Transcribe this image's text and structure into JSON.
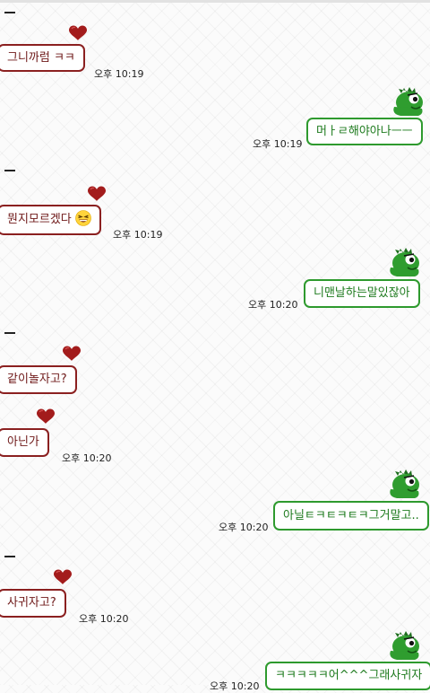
{
  "chat": {
    "messages": [
      {
        "sender": "other",
        "text": "그니까럼 ㅋㅋ",
        "time": "오후 10:19"
      },
      {
        "sender": "me",
        "text": "머ㅏㄹ해야아나ㅡㅡ",
        "time": "오후 10:19"
      },
      {
        "sender": "other",
        "text": "뭔지모르겠다",
        "emoji": "grinning-squint-emoji",
        "time": "오후 10:19"
      },
      {
        "sender": "me",
        "text": "니맨날하는말있잖아",
        "time": "오후 10:20"
      },
      {
        "sender": "other",
        "text": "같이놀자고?",
        "time": ""
      },
      {
        "sender": "other",
        "text": "아닌가",
        "time": "오후 10:20"
      },
      {
        "sender": "me",
        "text": "아닐ㅌㅋㅌㅋㅌㅋ그거말고..",
        "time": "오후 10:20"
      },
      {
        "sender": "other",
        "text": "사귀자고?",
        "time": "오후 10:20"
      },
      {
        "sender": "me",
        "text": "ㅋㅋㅋㅋㅋ어^^^그래사귀자",
        "time": "오후 10:20"
      }
    ]
  },
  "icons": {
    "other_avatar": "heart-icon",
    "my_avatar": "green-dinosaur-icon"
  },
  "colors": {
    "other_border": "#8b2020",
    "other_text": "#6e1818",
    "my_border": "#2e9a2e",
    "my_text": "#1d7a1d",
    "background": "#fbfbfb"
  }
}
